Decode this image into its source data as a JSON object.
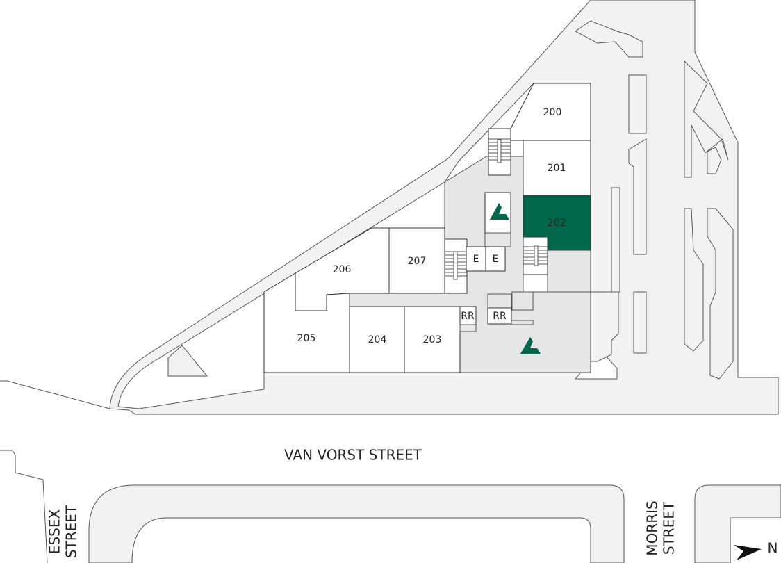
{
  "units": [
    {
      "id": "200",
      "label": "200",
      "highlighted": false
    },
    {
      "id": "201",
      "label": "201",
      "highlighted": false
    },
    {
      "id": "202",
      "label": "202",
      "highlighted": true
    },
    {
      "id": "203",
      "label": "203",
      "highlighted": false
    },
    {
      "id": "204",
      "label": "204",
      "highlighted": false
    },
    {
      "id": "205",
      "label": "205",
      "highlighted": false
    },
    {
      "id": "206",
      "label": "206",
      "highlighted": false
    },
    {
      "id": "207",
      "label": "207",
      "highlighted": false
    }
  ],
  "amenities": {
    "elevator_1": "E",
    "elevator_2": "E",
    "restroom_1": "RR",
    "restroom_2": "RR"
  },
  "streets": {
    "van_vorst": "VAN VORST STREET",
    "essex_1": "ESSEX",
    "essex_2": "STREET",
    "morris_1": "MORRIS",
    "morris_2": "STREET"
  },
  "compass": {
    "label": "N"
  },
  "colors": {
    "highlight": "#00674a",
    "sidewalk": "#f2f2f2",
    "corridor": "#e6e6e6"
  }
}
